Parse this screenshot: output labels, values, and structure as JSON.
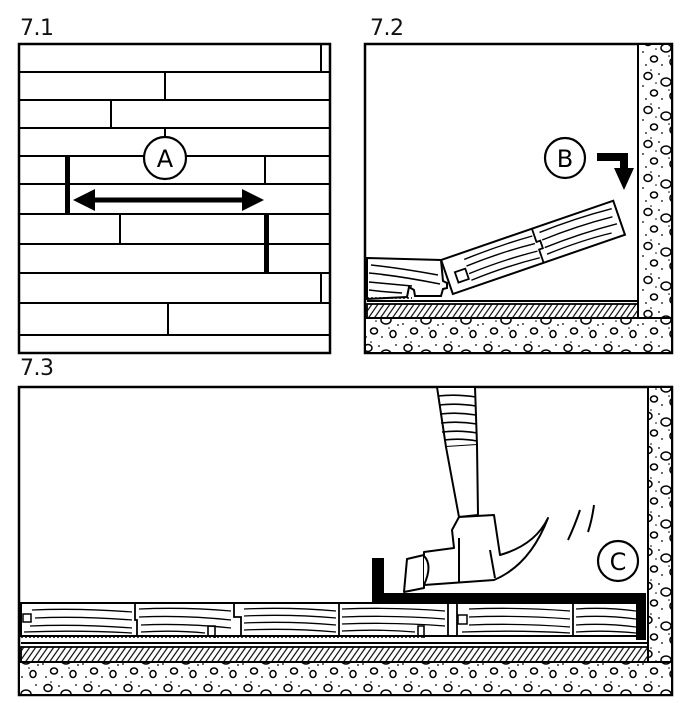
{
  "figures": [
    {
      "id": "7.1",
      "label": "7.1",
      "description": "Top view of floor plank layout with staggered end joints",
      "callout": "A",
      "annotation": "double-headed arrow indicating minimum stagger distance between end joints"
    },
    {
      "id": "7.2",
      "label": "7.2",
      "description": "Side section: angling plank into tongue of previous row against wall",
      "callout": "B",
      "annotation": "downward L-shaped arrow indicating plank being lowered"
    },
    {
      "id": "7.3",
      "label": "7.3",
      "description": "Side section: tapping last plank into place with pull bar and hammer",
      "callout": "C",
      "annotation": "hammer striking pull bar with motion lines"
    }
  ],
  "colors": {
    "ink": "#000000",
    "paper": "#ffffff"
  }
}
